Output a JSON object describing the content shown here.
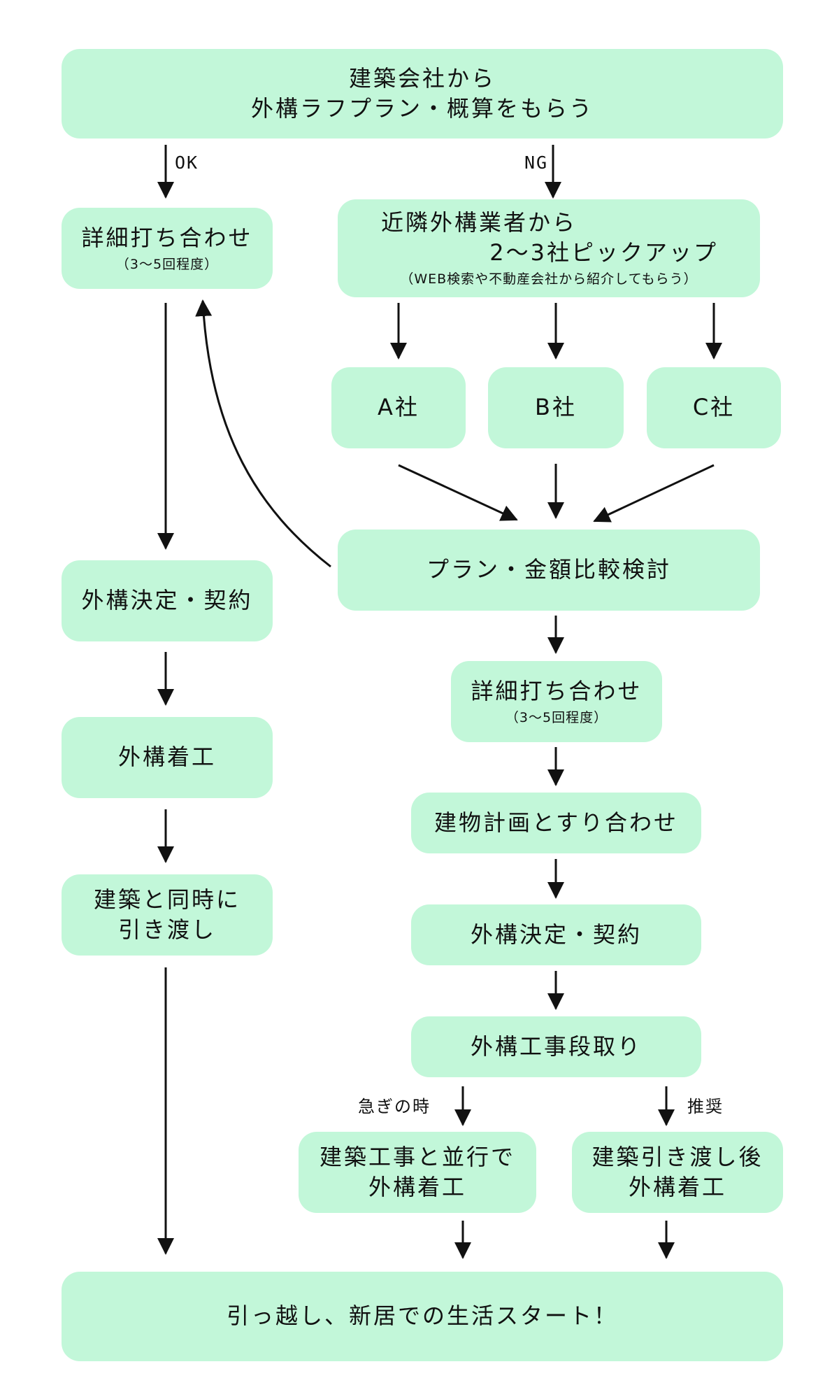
{
  "start": {
    "line1": "建築会社から",
    "line2": "外構ラフプラン・概算をもらう"
  },
  "branch_labels": {
    "ok": "OK",
    "ng": "NG"
  },
  "ok_path": {
    "detail": {
      "title": "詳細打ち合わせ",
      "sub": "（3～5回程度）"
    },
    "decision": "外構決定・契約",
    "construction": "外構着工",
    "handover": {
      "line1": "建築と同時に",
      "line2": "引き渡し"
    }
  },
  "ng_path": {
    "pickup": {
      "line1": "近隣外構業者から",
      "line2": "2～3社ピックアップ",
      "sub": "（WEB検索や不動産会社から紹介してもらう）"
    },
    "companies": [
      "A社",
      "B社",
      "C社"
    ],
    "compare": "プラン・金額比較検討",
    "detail": {
      "title": "詳細打ち合わせ",
      "sub": "（3～5回程度）"
    },
    "coordinate": "建物計画とすり合わせ",
    "decision": "外構決定・契約",
    "arrange": "外構工事段取り",
    "options": {
      "urgent_label": "急ぎの時",
      "recommended_label": "推奨",
      "parallel": {
        "line1": "建築工事と並行で",
        "line2": "外構着工"
      },
      "after": {
        "line1": "建築引き渡し後",
        "line2": "外構着工"
      }
    }
  },
  "end": "引っ越し、新居での生活スタート！",
  "colors": {
    "box_fill": "#c2f7d9",
    "arrow": "#111111",
    "text": "#111111"
  }
}
